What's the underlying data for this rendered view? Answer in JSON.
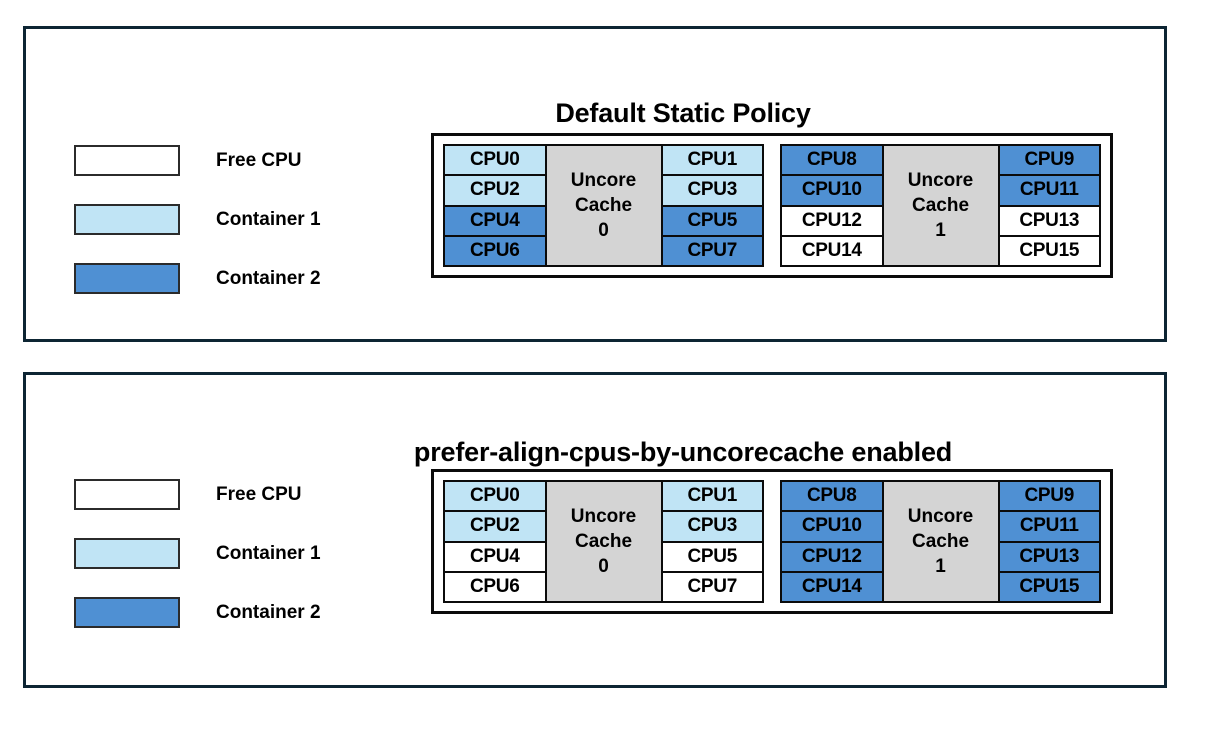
{
  "legend": {
    "items": [
      {
        "label": "Free CPU",
        "swatch": "#ffffff",
        "key": "free"
      },
      {
        "label": "Container 1",
        "swatch": "#c0e4f5",
        "key": "c1"
      },
      {
        "label": "Container 2",
        "swatch": "#4f90d3",
        "key": "c2"
      }
    ]
  },
  "colors": {
    "free": "#ffffff",
    "container1": "#c0e4f5",
    "container2": "#4f90d3",
    "cache": "#d4d4d4",
    "panel_border": "#0d2533",
    "diagram_border": "#0b0b0b"
  },
  "panels": [
    {
      "title": "Default Static Policy",
      "caches": [
        {
          "name_line1": "Uncore",
          "name_line2": "Cache",
          "name_line3": "0",
          "left_column": [
            {
              "label": "CPU0",
              "state": "c1"
            },
            {
              "label": "CPU2",
              "state": "c1"
            },
            {
              "label": "CPU4",
              "state": "c2"
            },
            {
              "label": "CPU6",
              "state": "c2"
            }
          ],
          "right_column": [
            {
              "label": "CPU1",
              "state": "c1"
            },
            {
              "label": "CPU3",
              "state": "c1"
            },
            {
              "label": "CPU5",
              "state": "c2"
            },
            {
              "label": "CPU7",
              "state": "c2"
            }
          ]
        },
        {
          "name_line1": "Uncore",
          "name_line2": "Cache",
          "name_line3": "1",
          "left_column": [
            {
              "label": "CPU8",
              "state": "c2"
            },
            {
              "label": "CPU10",
              "state": "c2"
            },
            {
              "label": "CPU12",
              "state": "free"
            },
            {
              "label": "CPU14",
              "state": "free"
            }
          ],
          "right_column": [
            {
              "label": "CPU9",
              "state": "c2"
            },
            {
              "label": "CPU11",
              "state": "c2"
            },
            {
              "label": "CPU13",
              "state": "free"
            },
            {
              "label": "CPU15",
              "state": "free"
            }
          ]
        }
      ]
    },
    {
      "title": "prefer-align-cpus-by-uncorecache enabled",
      "caches": [
        {
          "name_line1": "Uncore",
          "name_line2": "Cache",
          "name_line3": "0",
          "left_column": [
            {
              "label": "CPU0",
              "state": "c1"
            },
            {
              "label": "CPU2",
              "state": "c1"
            },
            {
              "label": "CPU4",
              "state": "free"
            },
            {
              "label": "CPU6",
              "state": "free"
            }
          ],
          "right_column": [
            {
              "label": "CPU1",
              "state": "c1"
            },
            {
              "label": "CPU3",
              "state": "c1"
            },
            {
              "label": "CPU5",
              "state": "free"
            },
            {
              "label": "CPU7",
              "state": "free"
            }
          ]
        },
        {
          "name_line1": "Uncore",
          "name_line2": "Cache",
          "name_line3": "1",
          "left_column": [
            {
              "label": "CPU8",
              "state": "c2"
            },
            {
              "label": "CPU10",
              "state": "c2"
            },
            {
              "label": "CPU12",
              "state": "c2"
            },
            {
              "label": "CPU14",
              "state": "c2"
            }
          ],
          "right_column": [
            {
              "label": "CPU9",
              "state": "c2"
            },
            {
              "label": "CPU11",
              "state": "c2"
            },
            {
              "label": "CPU13",
              "state": "c2"
            },
            {
              "label": "CPU15",
              "state": "c2"
            }
          ]
        }
      ]
    }
  ]
}
